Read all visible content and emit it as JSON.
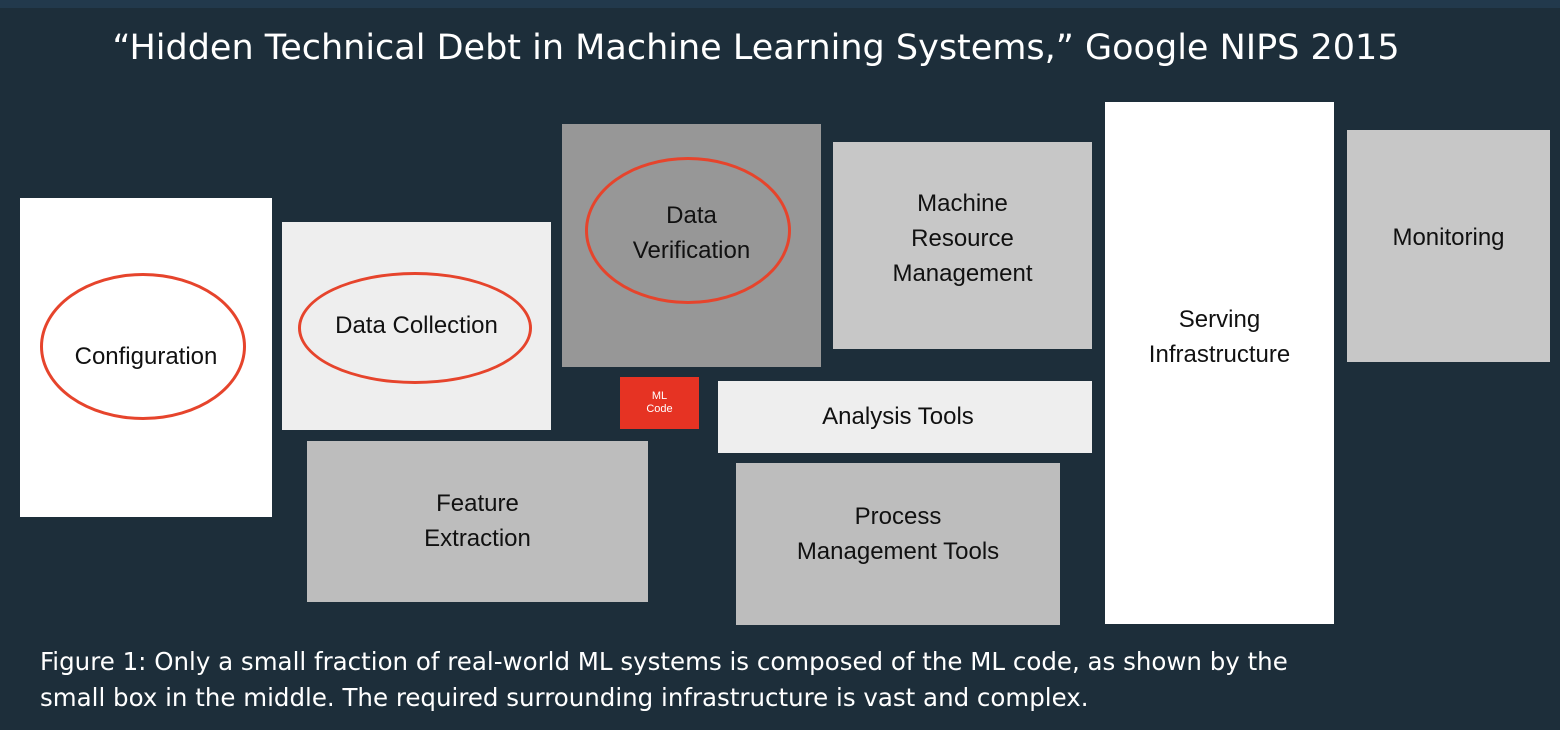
{
  "title": "“Hidden Technical Debt in Machine Learning Systems,” Google NIPS 2015",
  "colors": {
    "background": "#1d2e3a",
    "highlight_ring": "#e6442c",
    "ml_code_box": "#e63323"
  },
  "boxes": {
    "configuration": "Configuration",
    "data_collection": "Data Collection",
    "data_verification": "Data\nVerification",
    "machine_resource_management": "Machine\nResource\nManagement",
    "serving_infrastructure": "Serving\nInfrastructure",
    "monitoring": "Monitoring",
    "ml_code": "ML\nCode",
    "analysis_tools": "Analysis Tools",
    "feature_extraction": "Feature\nExtraction",
    "process_management_tools": "Process\nManagement Tools"
  },
  "caption": {
    "line1": "Figure 1:  Only a small fraction of real-world ML systems is composed of the ML code, as shown by the",
    "line2": "small box in the middle.  The required surrounding infrastructure is vast and complex."
  }
}
